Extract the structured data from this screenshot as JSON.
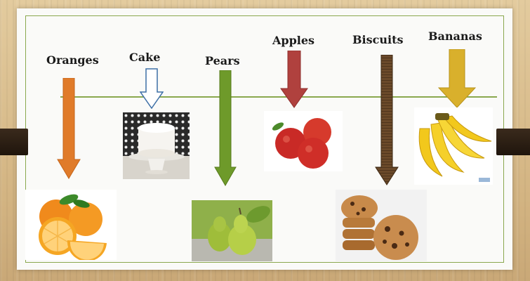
{
  "items": [
    {
      "label": "Oranges",
      "color": "#e07b2a",
      "icon": "oranges-icon"
    },
    {
      "label": "Cake",
      "color": "#ffffff",
      "icon": "cake-icon"
    },
    {
      "label": "Pears",
      "color": "#6e9a2a",
      "icon": "pears-icon"
    },
    {
      "label": "Apples",
      "color": "#b0413e",
      "icon": "apples-icon"
    },
    {
      "label": "Biscuits",
      "color": "#6b4a2a",
      "icon": "biscuits-icon"
    },
    {
      "label": "Bananas",
      "color": "#d9b02c",
      "icon": "bananas-icon"
    }
  ],
  "colors": {
    "frame": "#8aa84e",
    "background": "#fafaf8"
  }
}
